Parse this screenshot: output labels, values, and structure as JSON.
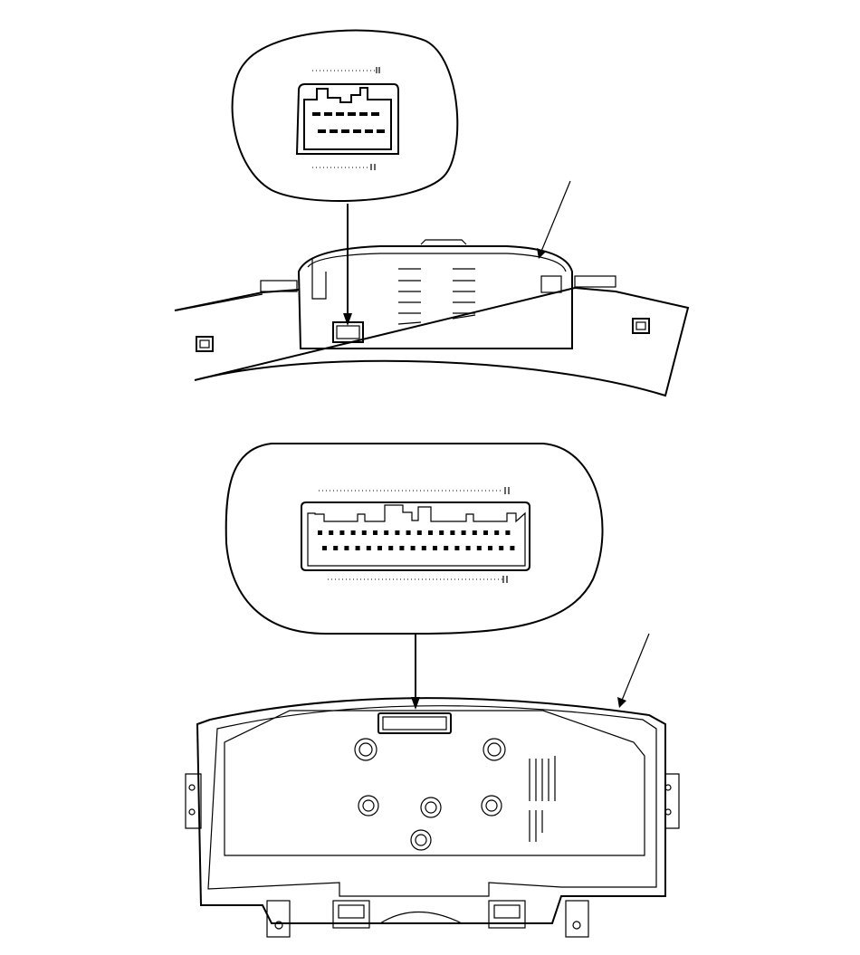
{
  "connectors": [
    {
      "id": "small",
      "rows": [
        6,
        6
      ],
      "pin_color": "#000000"
    },
    {
      "id": "large",
      "rows": [
        18,
        18
      ],
      "pin_color": "#000000"
    }
  ],
  "colors": {
    "line": "#000000",
    "background": "#ffffff"
  }
}
